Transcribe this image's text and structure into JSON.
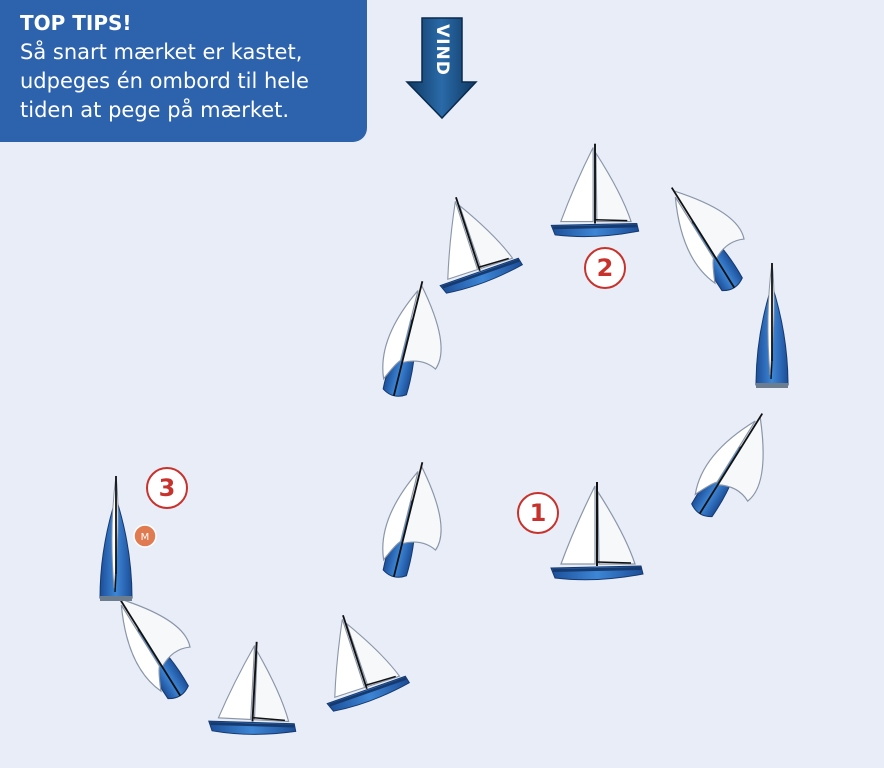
{
  "tip": {
    "title": "TOP TIPS!",
    "lines": [
      "Så snart mærket er kastet,",
      "udpeges én ombord til hele",
      "tiden at pege på mærket."
    ]
  },
  "wind": {
    "label": "VIND"
  },
  "steps": [
    {
      "label": "1"
    },
    {
      "label": "2"
    },
    {
      "label": "3"
    }
  ],
  "mark": {
    "label": "M"
  },
  "colors": {
    "background": "#e8edf8",
    "tip_box": "#2d62ad",
    "hull": "#2f6fc4",
    "sail": "#ffffff",
    "step_circle": "#c8322c",
    "mark": "#e07a50",
    "wind_arrow": "#123f6e"
  }
}
